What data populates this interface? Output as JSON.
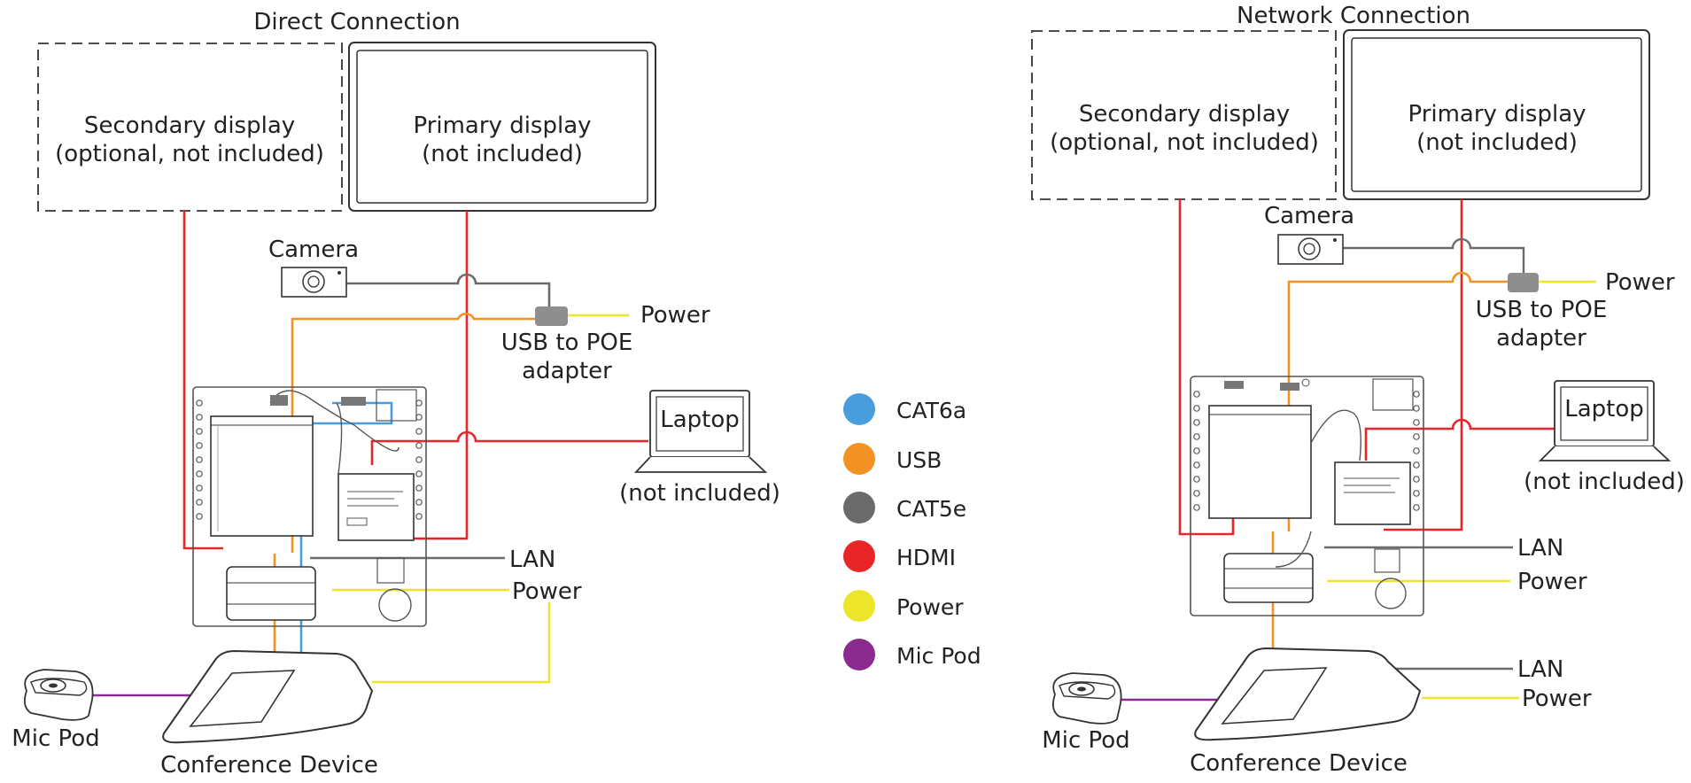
{
  "colors": {
    "cat6a": "#4a9ddc",
    "usb": "#f39224",
    "cat5e": "#6b6b6b",
    "hdmi": "#e8262a",
    "power": "#ece52a",
    "micpod": "#8b2a8f",
    "outline": "#222222"
  },
  "left_panel": {
    "title": "Direct Connection",
    "secondary_display": [
      "Secondary display",
      "(optional, not included)"
    ],
    "primary_display": [
      "Primary display",
      "(not included)"
    ],
    "camera": "Camera",
    "power_adapter": "Power",
    "usb_poe": [
      "USB to POE",
      "adapter"
    ],
    "laptop": "Laptop",
    "laptop_note": "(not included)",
    "lan": "LAN",
    "power_device": "Power",
    "mic_pod": "Mic Pod",
    "conference_device": "Conference Device"
  },
  "right_panel": {
    "title": "Network Connection",
    "secondary_display": [
      "Secondary display",
      "(optional, not included)"
    ],
    "primary_display": [
      "Primary display",
      "(not included)"
    ],
    "camera": "Camera",
    "power_adapter": "Power",
    "usb_poe": [
      "USB to POE",
      "adapter"
    ],
    "laptop": "Laptop",
    "laptop_note": "(not included)",
    "lan_rack": "LAN",
    "power_rack": "Power",
    "lan_device": "LAN",
    "power_device": "Power",
    "mic_pod": "Mic Pod",
    "conference_device": "Conference Device"
  },
  "legend": [
    {
      "label": "CAT6a",
      "color": "#4a9ddc"
    },
    {
      "label": "USB",
      "color": "#f39224"
    },
    {
      "label": "CAT5e",
      "color": "#6b6b6b"
    },
    {
      "label": "HDMI",
      "color": "#e8262a"
    },
    {
      "label": "Power",
      "color": "#ece52a"
    },
    {
      "label": "Mic Pod",
      "color": "#8b2a8f"
    }
  ]
}
